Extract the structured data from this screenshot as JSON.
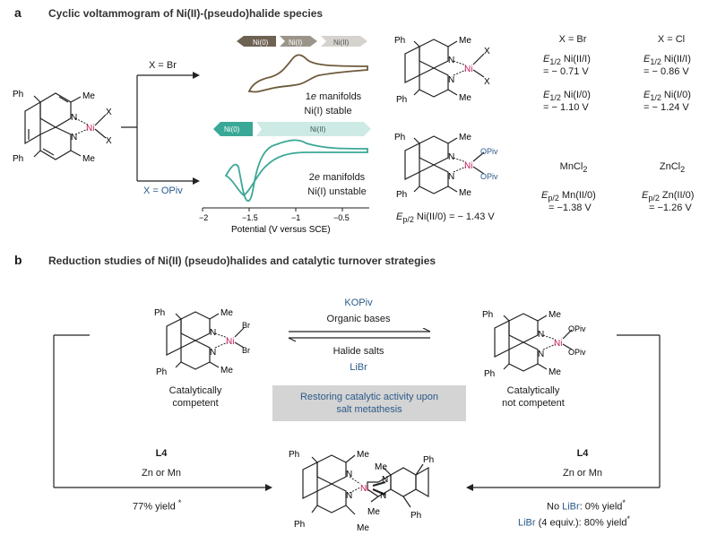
{
  "panel_a": {
    "letter": "a",
    "title": "Cyclic voltammogram of Ni(II)-(pseudo)halide species",
    "branch_top": "X = Br",
    "branch_bottom": "X = OPiv",
    "axis": {
      "ticks": [
        "−2",
        "−1.5",
        "−1",
        "−0.5"
      ],
      "xlabel": "Potential (V versus SCE)"
    },
    "top_curve": {
      "badges": [
        "Ni(0)",
        "Ni(I)",
        "Ni(II)"
      ],
      "label_line1": "1",
      "label_e": "e",
      "label_line1_rest": " manifolds",
      "label_line2": "Ni(I) stable",
      "color": "#6e5a3c"
    },
    "bottom_curve": {
      "badges": [
        "Ni(0)",
        "Ni(II)"
      ],
      "label_line1": "2",
      "label_e": "e",
      "label_line1_rest": " manifolds",
      "label_line2": "Ni(I) unstable",
      "color": "#3aa896"
    },
    "mol_br_subst": {
      "ph": "Ph",
      "me": "Me",
      "x": "X",
      "ni": "Ni",
      "n": "N"
    },
    "mol_top_right": {
      "x": "X",
      "ni": "Ni",
      "n": "N",
      "ph": "Ph",
      "me": "Me"
    },
    "mol_opiv": {
      "opiv": "OPiv",
      "ni": "Ni",
      "n": "N",
      "ph": "Ph",
      "me": "Me"
    },
    "ep_label_prefix": "E",
    "ep_label_sub": "p/2",
    "ep_label_rest": " Ni(II/0) = − 1.43 V",
    "table": {
      "col_br": "X = Br",
      "col_cl": "X = Cl",
      "br_e1": "Ni(II/I)",
      "br_e1_val": "= − 0.71 V",
      "br_e2": "Ni(I/0)",
      "br_e2_val": "= − 1.10 V",
      "cl_e1": "Ni(II/I)",
      "cl_e1_val": "= − 0.86 V",
      "cl_e2": "Ni(I/0)",
      "cl_e2_val": "= − 1.24 V",
      "e_prefix": "E",
      "e_sub": "1/2",
      "mncl2": "MnCl",
      "zncl2": "ZnCl",
      "sub2": "2",
      "mn_e": "Mn(II/0)",
      "mn_val": "= −1.38 V",
      "zn_e": "Zn(II/0)",
      "zn_val": "= −1.26 V",
      "ep_sub": "p/2"
    }
  },
  "panel_b": {
    "letter": "b",
    "title": "Reduction studies of Ni(II) (pseudo)halides and catalytic turnover strategies",
    "kopiv": "KOPiv",
    "organic_bases": "Organic bases",
    "halide_salts": "Halide salts",
    "libr": "LiBr",
    "left_label1": "Catalytically",
    "left_label2": "competent",
    "right_label1": "Catalytically",
    "right_label2": "not competent",
    "box_line1": "Restoring catalytic activity upon",
    "box_line2": "salt metathesis",
    "left_l4": "L4",
    "left_reductant": "Zn or Mn",
    "left_yield": "77% yield",
    "star": "*",
    "right_l4": "L4",
    "right_reductant": "Zn or Mn",
    "right_no_libr_a": "No ",
    "right_no_libr_b": "LiBr",
    "right_no_libr_c": ": 0% yield",
    "right_libr_a": "LiBr",
    "right_libr_b": " (4 equiv.): 80% yield",
    "mol_left": {
      "br": "Br",
      "ni": "Ni",
      "n": "N",
      "ph": "Ph",
      "me": "Me"
    },
    "mol_right": {
      "opiv": "OPiv",
      "ni": "Ni",
      "n": "N",
      "ph": "Ph",
      "me": "Me"
    },
    "mol_bottom": {
      "ni": "Ni",
      "n": "N",
      "ph": "Ph",
      "me": "Me"
    }
  },
  "colors": {
    "ni": "#c2185b",
    "blue_text": "#2a5a8a",
    "teal": "#3aa896",
    "brown": "#6e5a3c"
  }
}
